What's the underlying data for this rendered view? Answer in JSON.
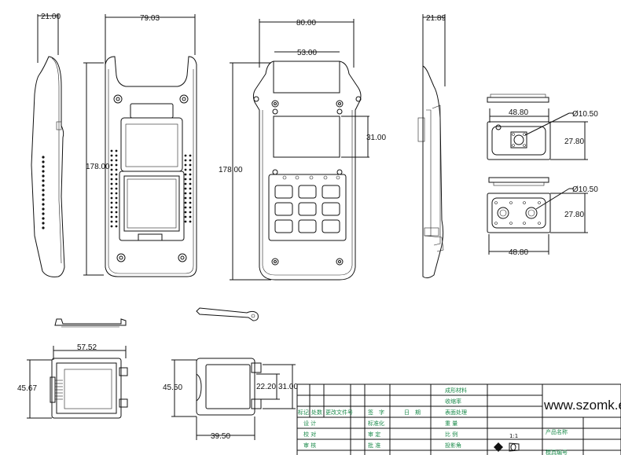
{
  "dimensions": {
    "side_depth": "21.00",
    "front_width": "79.03",
    "front_height": "178.00",
    "back_width": "80.00",
    "back_top_width": "53.00",
    "back_height": "178.00",
    "back_window_height": "31.00",
    "right_depth": "21.89",
    "plate1_width": "48.80",
    "plate1_hole": "Ø10.50",
    "plate1_height": "27.80",
    "plate2_hole": "Ø10.50",
    "plate2_height": "27.80",
    "plate2_width": "48.80",
    "cover_width": "57.52",
    "cover_height": "45.67",
    "lid_height": "45.50",
    "lid_inner_height": "22.20",
    "lid_outer_height": "31.00",
    "lid_width": "39.50"
  },
  "title_block": {
    "row1": [
      "成形材料",
      "收缩率",
      "表面处理"
    ],
    "header": [
      "标记",
      "处数",
      "更改文件号",
      "签",
      "字",
      "日",
      "期"
    ],
    "left_rows": [
      "设 计",
      "校 对",
      "审 核"
    ],
    "mid_rows": [
      "标准化",
      "审 定",
      "批 准"
    ],
    "right_rows": [
      "重 量",
      "比 例",
      "投影角"
    ],
    "scale": "1:1",
    "website": "www.szomk.en.aliba",
    "product_name_label": "产品名称",
    "mold_number_label": "模具编号"
  }
}
